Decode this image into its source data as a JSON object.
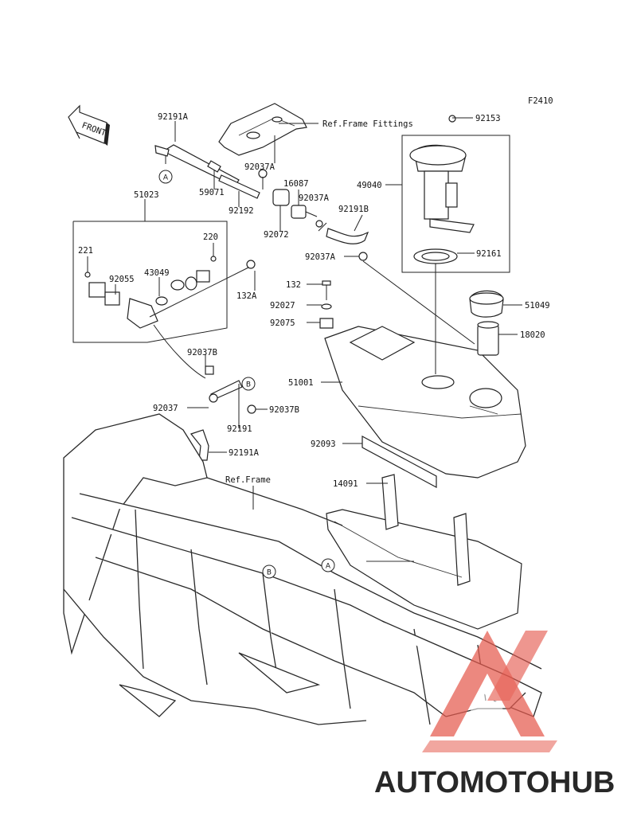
{
  "diagram_code": "F2410",
  "front_label": "FRONT",
  "callouts": {
    "c_92191A_top": "92191A",
    "c_ref_frame_fittings": "Ref.Frame Fittings",
    "c_92153": "92153",
    "c_92037A_1": "92037A",
    "c_16087": "16087",
    "c_59071": "59071",
    "c_92037A_2": "92037A",
    "c_49040": "49040",
    "c_51023": "51023",
    "c_92192": "92192",
    "c_92191B": "92191B",
    "c_92072": "92072",
    "c_92037A_3": "92037A",
    "c_92161": "92161",
    "c_221": "221",
    "c_220": "220",
    "c_92055": "92055",
    "c_43049": "43049",
    "c_132": "132",
    "c_132A": "132A",
    "c_51049": "51049",
    "c_92027": "92027",
    "c_92075": "92075",
    "c_18020": "18020",
    "c_92037B_1": "92037B",
    "c_51001": "51001",
    "c_92037": "92037",
    "c_92037B_2": "92037B",
    "c_92191": "92191",
    "c_92093": "92093",
    "c_92191A_bottom": "92191A",
    "c_ref_frame": "Ref.Frame",
    "c_14091": "14091"
  },
  "connectors": {
    "a": "A",
    "b": "B"
  },
  "watermark": {
    "left": "AUTOMOTO",
    "right": "HUB",
    "color_left": "#f2a33a",
    "color_right": "#6d6d6d",
    "logo_color": "#e55a4e"
  }
}
